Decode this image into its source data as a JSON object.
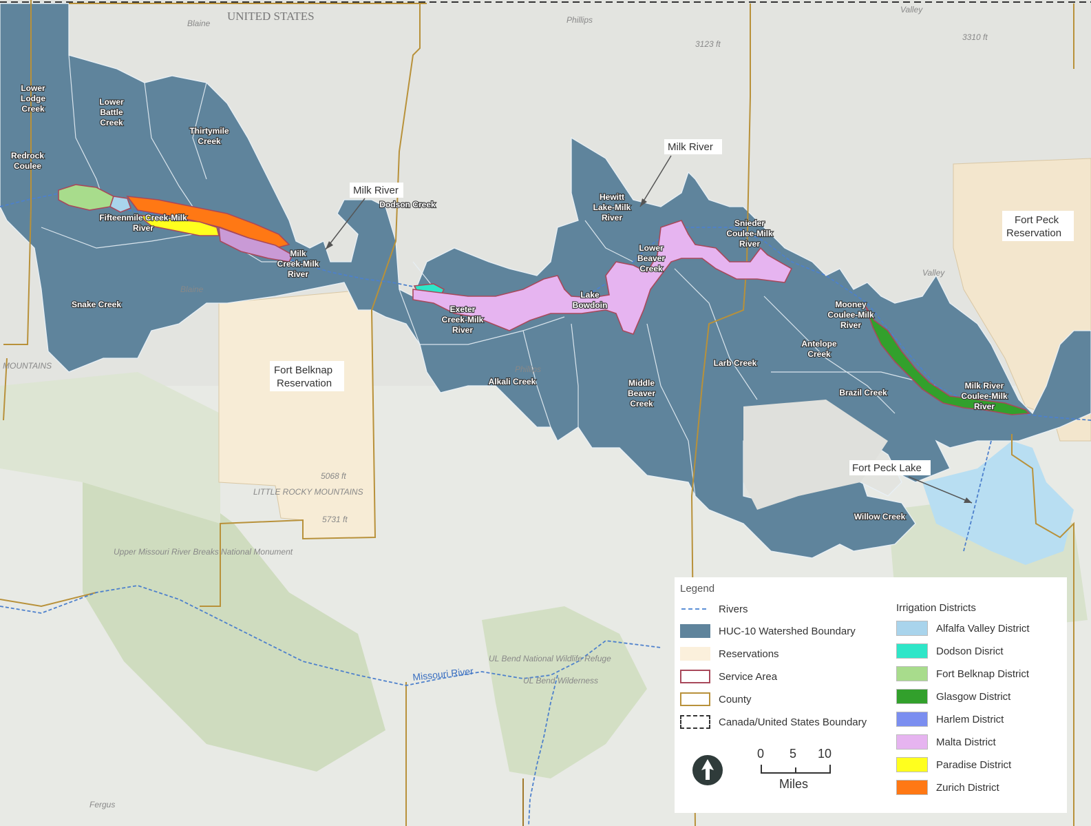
{
  "map_title": "",
  "basemap_labels": {
    "united_states": "UNITED STATES",
    "blaine_top": "Blaine",
    "phillips_top": "Phillips",
    "valley_top": "Valley",
    "elev_3123": "3123 ft",
    "elev_3310": "3310 ft",
    "blaine_mid": "Blaine",
    "phillips_mid": "Phillips",
    "valley_mid": "Valley",
    "elev_5068": "5068 ft",
    "little_rocky": "LITTLE ROCKY MOUNTAINS",
    "elev_5731": "5731 ft",
    "upper_missouri": "Upper Missouri River Breaks National Monument",
    "ul_bend_refuge": "UL Bend National Wildlife Refuge",
    "ul_bend_wild": "UL Bend Wilderness",
    "fergus": "Fergus",
    "missouri_river": "Missouri River",
    "mountains": "MOUNTAINS"
  },
  "callouts": {
    "milk_river_1": "Milk River",
    "milk_river_2": "Milk River",
    "fort_peck_lake": "Fort Peck Lake",
    "fort_belknap_line1": "Fort Belknap",
    "fort_belknap_line2": "Reservation",
    "fort_peck_line1": "Fort Peck",
    "fort_peck_line2": "Reservation"
  },
  "watersheds": [
    {
      "id": "lower-lodge",
      "lines": [
        "Lower",
        "Lodge",
        "Creek"
      ]
    },
    {
      "id": "lower-battle",
      "lines": [
        "Lower",
        "Battle",
        "Creek"
      ]
    },
    {
      "id": "thirtymile",
      "lines": [
        "Thirtymile",
        "Creek"
      ]
    },
    {
      "id": "redrock",
      "lines": [
        "Redrock",
        "Coulee"
      ]
    },
    {
      "id": "fifteenmile",
      "lines": [
        "Fifteenmile Creek-Milk",
        "River"
      ]
    },
    {
      "id": "milk-creek",
      "lines": [
        "Milk",
        "Creek-Milk",
        "River"
      ]
    },
    {
      "id": "snake",
      "lines": [
        "Snake Creek"
      ]
    },
    {
      "id": "dodson",
      "lines": [
        "Dodson Creek"
      ]
    },
    {
      "id": "hewitt",
      "lines": [
        "Hewitt",
        "Lake-Milk",
        "River"
      ]
    },
    {
      "id": "snieder",
      "lines": [
        "Snieder",
        "Coulee-Milk",
        "River"
      ]
    },
    {
      "id": "lower-beaver",
      "lines": [
        "Lower",
        "Beaver",
        "Creek"
      ]
    },
    {
      "id": "lake-bowdoin",
      "lines": [
        "Lake",
        "Bowdoin"
      ]
    },
    {
      "id": "exeter",
      "lines": [
        "Exeter",
        "Creek-Milk",
        "River"
      ]
    },
    {
      "id": "alkali",
      "lines": [
        "Alkali Creek"
      ]
    },
    {
      "id": "middle-beaver",
      "lines": [
        "Middle",
        "Beaver",
        "Creek"
      ]
    },
    {
      "id": "larb",
      "lines": [
        "Larb Creek"
      ]
    },
    {
      "id": "mooney",
      "lines": [
        "Mooney",
        "Coulee-Milk",
        "River"
      ]
    },
    {
      "id": "antelope",
      "lines": [
        "Antelope",
        "Creek"
      ]
    },
    {
      "id": "brazil",
      "lines": [
        "Brazil Creek"
      ]
    },
    {
      "id": "milk-river-coulee",
      "lines": [
        "Milk River",
        "Coulee-Milk",
        "River"
      ]
    },
    {
      "id": "willow",
      "lines": [
        "Willow Creek"
      ]
    }
  ],
  "legend": {
    "title": "Legend",
    "items": [
      {
        "label": "Rivers",
        "color": "#5b8fd6"
      },
      {
        "label": "HUC-10 Watershed Boundary",
        "color": "#5f849c"
      },
      {
        "label": "Reservations",
        "color": "#fbf0dc"
      },
      {
        "label": "Service Area",
        "color": "#a8485a"
      },
      {
        "label": "County",
        "color": "#b8913a"
      },
      {
        "label": "Canada/United States Boundary",
        "color": "#333333"
      }
    ],
    "districts_title": "Irrigation Districts",
    "districts": [
      {
        "label": "Alfalfa Valley District",
        "color": "#a9d4ec"
      },
      {
        "label": "Dodson Disrict",
        "color": "#2ee6c8"
      },
      {
        "label": "Fort Belknap District",
        "color": "#a8dc8c"
      },
      {
        "label": "Glasgow District",
        "color": "#32a02c"
      },
      {
        "label": "Harlem District",
        "color": "#7b8ef0"
      },
      {
        "label": "Malta District",
        "color": "#e6b4f0"
      },
      {
        "label": "Paradise District",
        "color": "#ffff1e"
      },
      {
        "label": "Zurich District",
        "color": "#ff7814"
      }
    ],
    "scale": {
      "ticks": [
        "0",
        "5",
        "10"
      ],
      "unit": "Miles"
    },
    "north_icon": "north-arrow-icon"
  }
}
